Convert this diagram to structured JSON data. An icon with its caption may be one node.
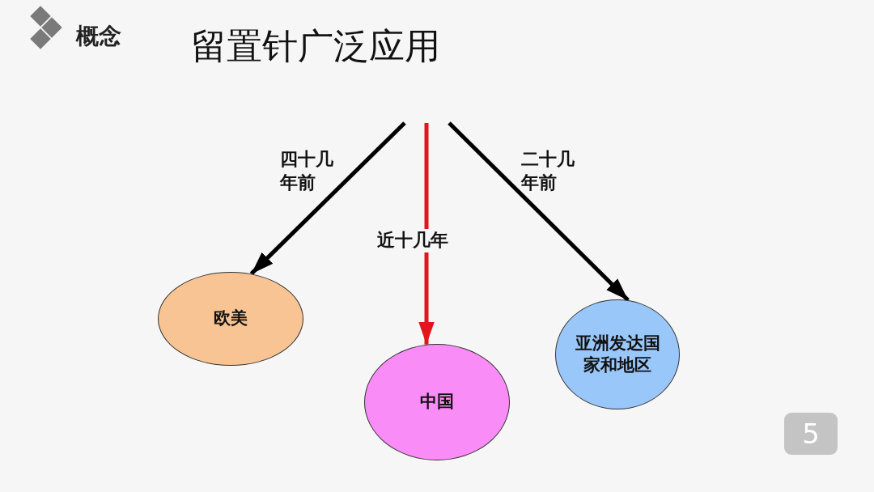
{
  "diagram": {
    "title": "留置针广泛应用",
    "nodes": [
      {
        "text": [
          "欧美"
        ]
      },
      {
        "text": [
          "中国"
        ]
      },
      {
        "text": [
          "亚洲发达国家和地区"
        ]
      }
    ],
    "edges": [
      {
        "from": null,
        "to": 0,
        "arrow": "to",
        "label": "四十几年前"
      },
      {
        "from": null,
        "to": 1,
        "arrow": "to",
        "label": "近十几年",
        "color": "#e3141b"
      },
      {
        "from": null,
        "to": 2,
        "arrow": "to",
        "label": "二十几年前"
      }
    ],
    "labels": [
      "概念",
      "5"
    ]
  }
}
